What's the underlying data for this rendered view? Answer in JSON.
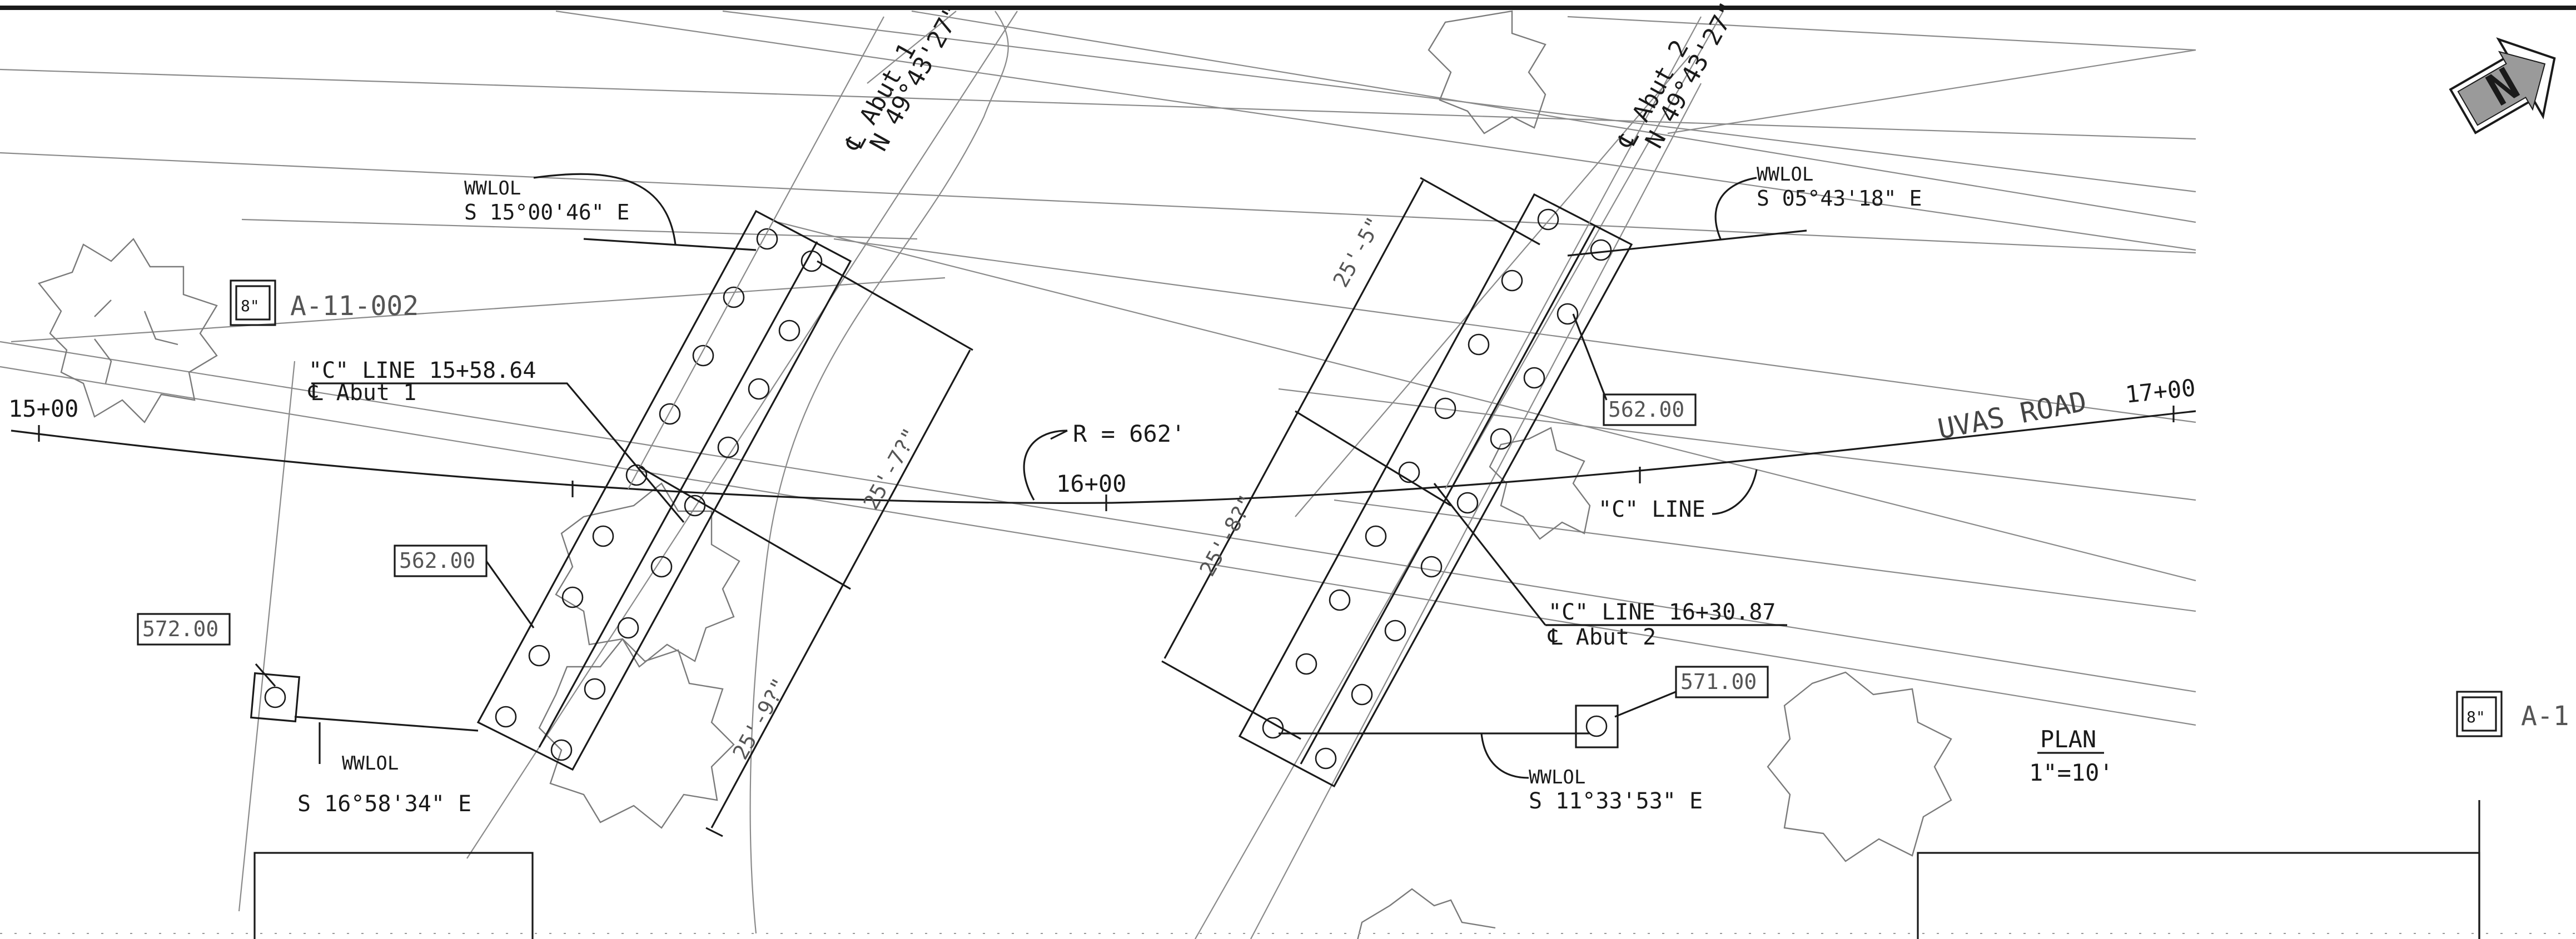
{
  "drawing": {
    "north_arrow": {
      "label": "N",
      "icon": "north-arrow-icon"
    },
    "centerline_abut1": {
      "label": "℄ Abut 1",
      "bearing": "N 49°43'27\""
    },
    "centerline_abut2": {
      "label": "℄ Abut 2",
      "bearing": "N 49°43'27\""
    },
    "wwlol_1": {
      "label": "WWLOL",
      "bearing": "S 15°00'46\" E"
    },
    "wwlol_2": {
      "label": "WWLOL",
      "bearing": "S 05°43'18\" E"
    },
    "wwlol_3": {
      "label": "WWLOL",
      "bearing": "S 16°58'34\" E"
    },
    "wwlol_4": {
      "label": "WWLOL",
      "bearing": "S 11°33'53\" E"
    },
    "pipe_tag_left": {
      "size": "8\"",
      "id": "A-11-002"
    },
    "pipe_tag_right": {
      "size": "8\"",
      "id": "A-1"
    },
    "station_c_line_1": {
      "line": "\"C\" LINE 15+58.64",
      "sub": "℄ Abut 1"
    },
    "station_c_line_2": {
      "line": "\"C\" LINE 16+30.87",
      "sub": "℄ Abut 2"
    },
    "stations": {
      "s15": "15+00",
      "s16": "16+00",
      "s17": "17+00"
    },
    "curve_radius": "R = 662'",
    "road_name": "UVAS ROAD",
    "c_line_label": "\"C\" LINE",
    "elevations": {
      "e562_left": "562.00",
      "e562_right": "562.00",
      "e572": "572.00",
      "e571": "571.00"
    },
    "dimensions": {
      "d1": "25'-5\"",
      "d2": "25'-7?\"",
      "d3": "25'-8?\"",
      "d4": "25'-9?\""
    },
    "plan": {
      "title": "PLAN",
      "scale": "1\"=10'"
    }
  },
  "colors": {
    "ink": "#1a1a1a",
    "light_line": "#8a8a8a",
    "background": "#ffffff"
  }
}
